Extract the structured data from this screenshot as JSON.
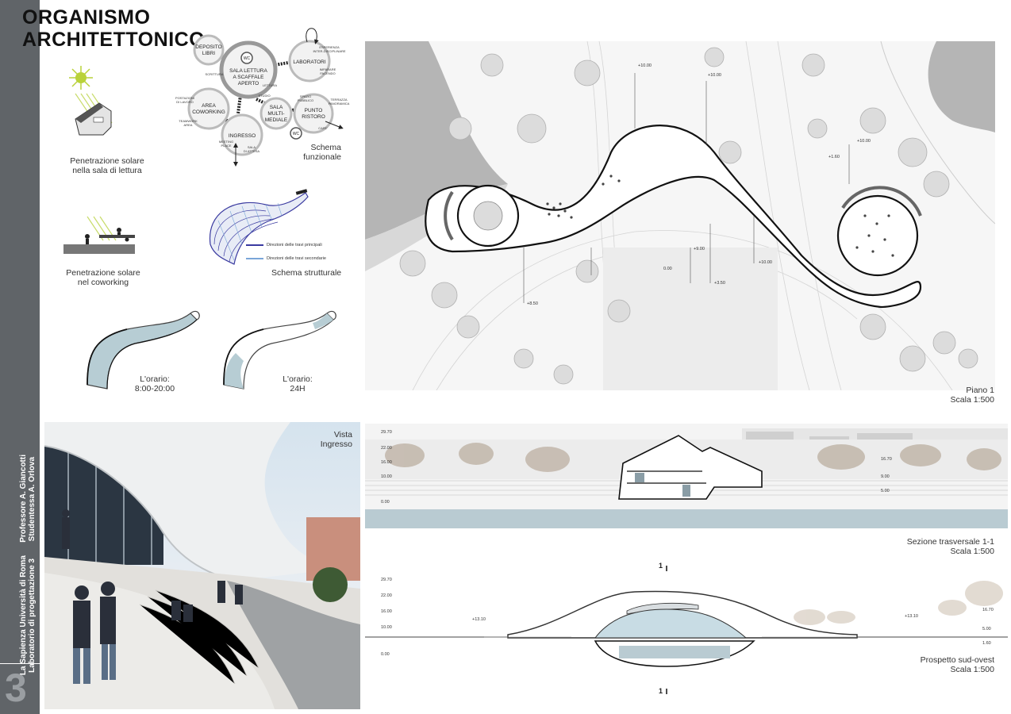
{
  "title_line1": "ORGANISMO",
  "title_line2": "ARCHITETTONICO",
  "sidebar": {
    "university": "La Sapienza Università di Roma",
    "course": "Laboratorio di progettazione 3",
    "professor": "Professore A. Giancotti",
    "student": "Studentessa A. Orlova",
    "sheet_number": "3"
  },
  "solar1": {
    "line1": "Penetrazione solare",
    "line2": "nella sala di lettura"
  },
  "solar2": {
    "line1": "Penetrazione solare",
    "line2": "nel coworking"
  },
  "schema_funzionale": {
    "title_line1": "Schema",
    "title_line2": "funzionale",
    "nodes": {
      "deposito1": "DEPOSITO",
      "deposito2": "LIBRI",
      "sala1": "SALA LETTURA",
      "sala2": "A SCAFFALE",
      "sala3": "APERTO",
      "laboratori": "LABORATORI",
      "area1": "AREA",
      "area2": "COWORKING",
      "multi1": "SALA",
      "multi2": "MULTI-",
      "multi3": "MEDIALE",
      "punto1": "PUNTO",
      "punto2": "RISTORO",
      "ingresso": "INGRESSO",
      "wc": "WC"
    },
    "notes": {
      "scrittura": "SCRITTURA",
      "lettura": "LETTURA",
      "studio": "STUDIO",
      "esperienza1": "ESPERIENZA",
      "esperienza2": "INTER-DISCIPLINARE",
      "imparare1": "IMPARARE",
      "imparare2": "FACENDO",
      "postazioni1": "POSTAZIONI",
      "postazioni2": "DI LAVORO",
      "teamwork1": "TEAMWORK",
      "teamwork2": "AREA",
      "spazio1": "SPAZIO",
      "spazio2": "PUBBLICO",
      "terrazza1": "TERRAZZA",
      "terrazza2": "PANORAMICA",
      "cafe": "CAFE'",
      "meeting1": "MEETING",
      "meeting2": "PLACE",
      "attesa1": "SALA",
      "attesa2": "DI ATTESA"
    }
  },
  "schema_strutturale": {
    "title": "Schema strutturale",
    "legend": [
      {
        "label": "Direzioni delle travi principali",
        "color": "#3a3aa0"
      },
      {
        "label": "Direzioni delle travi secondarie",
        "color": "#7aa6d8"
      }
    ]
  },
  "orario1": {
    "line1": "L'orario:",
    "line2": "8:00-20:00"
  },
  "orario2": {
    "line1": "L'orario:",
    "line2": "24H"
  },
  "vista": {
    "line1": "Vista",
    "line2": "Ingresso"
  },
  "plan": {
    "name": "Piano 1",
    "scale": "Scala 1:500",
    "levels": [
      "+10.00",
      "+10.00",
      "+10.00",
      "+1.60",
      "+9.00",
      "+10.00",
      "+3.50",
      "0.00",
      "+8.50"
    ]
  },
  "section": {
    "name": "Sezione trasversale 1-1",
    "scale": "Scala 1:500",
    "levels_left": [
      "29.70",
      "22.00",
      "16.00",
      "10.00",
      "0.00"
    ],
    "levels_right": [
      "16.70",
      "9.00",
      "5.00"
    ]
  },
  "elevation": {
    "name": "Prospetto sud-ovest",
    "scale": "Scala 1:500",
    "cut_label": "1",
    "levels_left": [
      "29.70",
      "22.00",
      "16.00",
      "10.00",
      "0.00"
    ],
    "levels_right": [
      "16.70",
      "5.00",
      "1.60"
    ],
    "mid_left": "+13.10",
    "mid_right": "+13.10"
  },
  "colors": {
    "sidebar": "#606468",
    "water": "#b9cbd2",
    "accent_blue": "#8fb3c1",
    "site_grey": "#bdbdbd"
  }
}
